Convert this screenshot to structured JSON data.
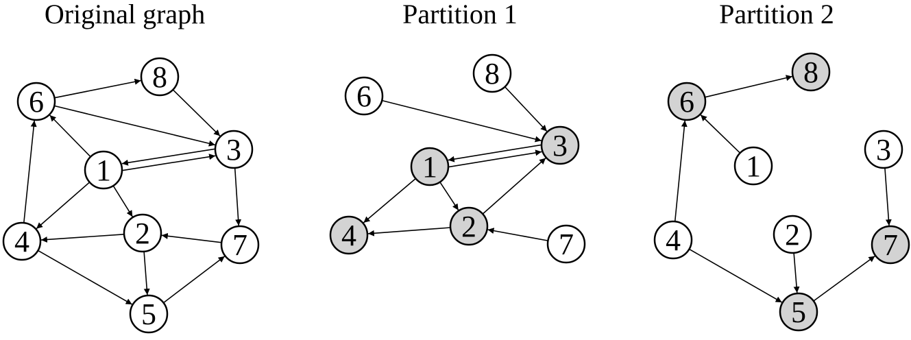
{
  "colors": {
    "highlight": "#d3d3d3",
    "plain": "#ffffff",
    "stroke": "#000000"
  },
  "panels": [
    {
      "title": "Original graph",
      "nodes": [
        {
          "id": "1",
          "highlighted": false
        },
        {
          "id": "2",
          "highlighted": false
        },
        {
          "id": "3",
          "highlighted": false
        },
        {
          "id": "4",
          "highlighted": false
        },
        {
          "id": "5",
          "highlighted": false
        },
        {
          "id": "6",
          "highlighted": false
        },
        {
          "id": "7",
          "highlighted": false
        },
        {
          "id": "8",
          "highlighted": false
        }
      ],
      "edges": [
        [
          "6",
          "8"
        ],
        [
          "8",
          "3"
        ],
        [
          "6",
          "3"
        ],
        [
          "3",
          "1"
        ],
        [
          "1",
          "3"
        ],
        [
          "1",
          "6"
        ],
        [
          "4",
          "6"
        ],
        [
          "1",
          "4"
        ],
        [
          "1",
          "2"
        ],
        [
          "2",
          "4"
        ],
        [
          "3",
          "7"
        ],
        [
          "7",
          "2"
        ],
        [
          "2",
          "5"
        ],
        [
          "4",
          "5"
        ],
        [
          "5",
          "7"
        ]
      ]
    },
    {
      "title": "Partition 1",
      "nodes": [
        {
          "id": "1",
          "highlighted": true
        },
        {
          "id": "2",
          "highlighted": true
        },
        {
          "id": "3",
          "highlighted": true
        },
        {
          "id": "4",
          "highlighted": true
        },
        {
          "id": "6",
          "highlighted": false
        },
        {
          "id": "7",
          "highlighted": false
        },
        {
          "id": "8",
          "highlighted": false
        }
      ],
      "edges": [
        [
          "6",
          "3"
        ],
        [
          "8",
          "3"
        ],
        [
          "3",
          "1"
        ],
        [
          "1",
          "3"
        ],
        [
          "1",
          "4"
        ],
        [
          "1",
          "2"
        ],
        [
          "2",
          "4"
        ],
        [
          "2",
          "3"
        ],
        [
          "7",
          "2"
        ]
      ]
    },
    {
      "title": "Partition 2",
      "nodes": [
        {
          "id": "1",
          "highlighted": false
        },
        {
          "id": "2",
          "highlighted": false
        },
        {
          "id": "3",
          "highlighted": false
        },
        {
          "id": "4",
          "highlighted": false
        },
        {
          "id": "5",
          "highlighted": true
        },
        {
          "id": "6",
          "highlighted": true
        },
        {
          "id": "7",
          "highlighted": true
        },
        {
          "id": "8",
          "highlighted": true
        }
      ],
      "edges": [
        [
          "6",
          "8"
        ],
        [
          "1",
          "6"
        ],
        [
          "4",
          "6"
        ],
        [
          "3",
          "7"
        ],
        [
          "2",
          "5"
        ],
        [
          "4",
          "5"
        ],
        [
          "5",
          "7"
        ]
      ]
    }
  ]
}
